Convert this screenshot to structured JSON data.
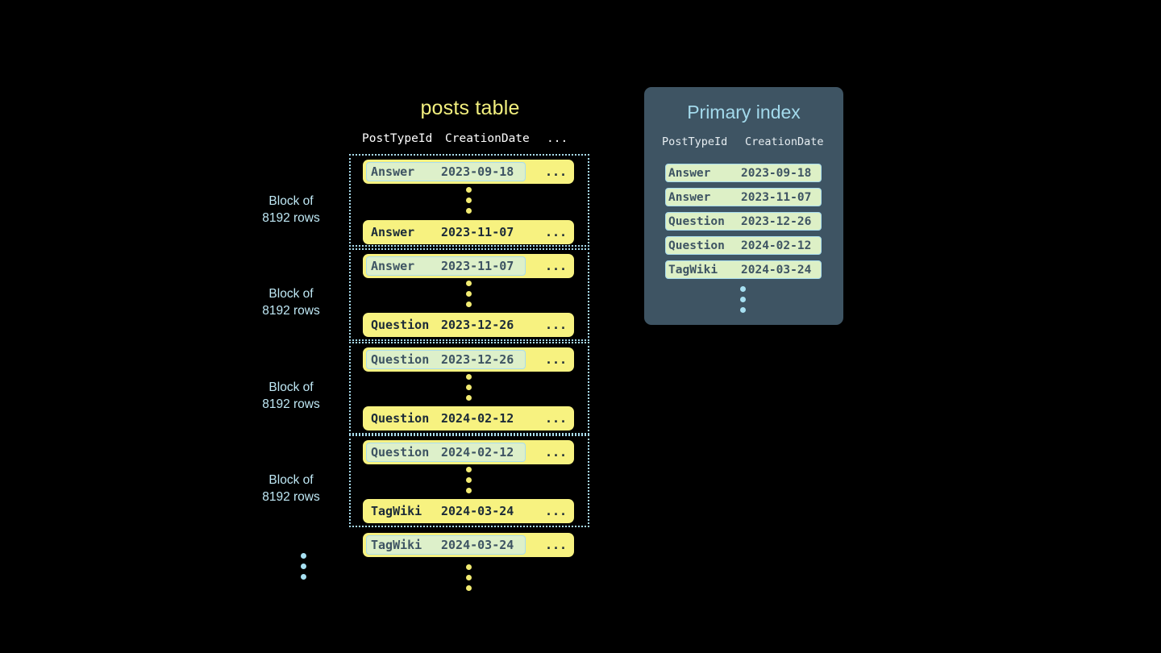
{
  "background": "#000000",
  "colors": {
    "row_yellow": "#f7f280",
    "row_text": "#1b2a38",
    "highlight_green": "#ddf0ca",
    "highlight_border": "#a9dced",
    "panel_bg": "#3e5463",
    "accent_blue": "#a3daec",
    "title_yellow": "#f2ef7e",
    "dot_yellow": "#f2eb72",
    "dot_blue": "#a7e0f2"
  },
  "posts_table": {
    "title": "posts table",
    "columns": [
      "PostTypeId",
      "CreationDate",
      "..."
    ],
    "ellipsis_cell": "...",
    "block_label": "Block of\n8192 rows",
    "block_label_line1": "Block of",
    "block_label_line2": "8192 rows",
    "blocks": [
      {
        "label_line1": "Block of",
        "label_line2": "8192 rows",
        "first_row": {
          "PostTypeId": "Answer",
          "CreationDate": "2023-09-18",
          "more": "...",
          "highlighted": true
        },
        "last_row": {
          "PostTypeId": "Answer",
          "CreationDate": "2023-11-07",
          "more": "...",
          "highlighted": false
        }
      },
      {
        "label_line1": "Block of",
        "label_line2": "8192 rows",
        "first_row": {
          "PostTypeId": "Answer",
          "CreationDate": "2023-11-07",
          "more": "...",
          "highlighted": true
        },
        "last_row": {
          "PostTypeId": "Question",
          "CreationDate": "2023-12-26",
          "more": "...",
          "highlighted": false
        }
      },
      {
        "label_line1": "Block of",
        "label_line2": "8192 rows",
        "first_row": {
          "PostTypeId": "Question",
          "CreationDate": "2023-12-26",
          "more": "...",
          "highlighted": true
        },
        "last_row": {
          "PostTypeId": "Question",
          "CreationDate": "2024-02-12",
          "more": "...",
          "highlighted": false
        }
      },
      {
        "label_line1": "Block of",
        "label_line2": "8192 rows",
        "first_row": {
          "PostTypeId": "Question",
          "CreationDate": "2024-02-12",
          "more": "...",
          "highlighted": true
        },
        "last_row": {
          "PostTypeId": "TagWiki",
          "CreationDate": "2024-03-24",
          "more": "...",
          "highlighted": false
        }
      }
    ],
    "trailing_row": {
      "PostTypeId": "TagWiki",
      "CreationDate": "2024-03-24",
      "more": "...",
      "highlighted": true
    }
  },
  "primary_index": {
    "title": "Primary index",
    "columns": [
      "PostTypeId",
      "CreationDate"
    ],
    "rows": [
      {
        "PostTypeId": "Answer",
        "CreationDate": "2023-09-18"
      },
      {
        "PostTypeId": "Answer",
        "CreationDate": "2023-11-07"
      },
      {
        "PostTypeId": "Question",
        "CreationDate": "2023-12-26"
      },
      {
        "PostTypeId": "Question",
        "CreationDate": "2024-02-12"
      },
      {
        "PostTypeId": "TagWiki",
        "CreationDate": "2024-03-24"
      }
    ]
  }
}
